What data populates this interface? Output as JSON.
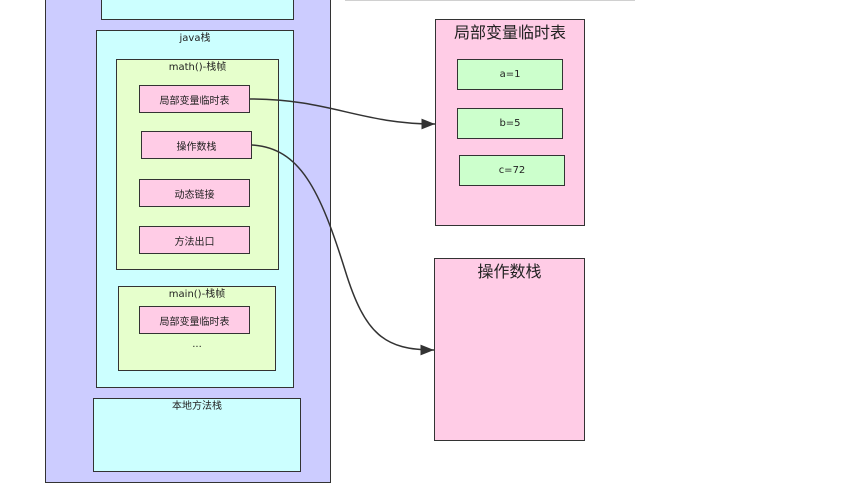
{
  "runtime": {
    "java_stack_label": "java栈",
    "math_frame": {
      "label": "math()-栈帧",
      "items": [
        "局部变量临时表",
        "操作数栈",
        "动态链接",
        "方法出口"
      ]
    },
    "main_frame": {
      "label": "main()-栈帧",
      "items": [
        "局部变量临时表"
      ],
      "ellipsis": "..."
    },
    "native_stack_label": "本地方法栈"
  },
  "local_var_table": {
    "title": "局部变量临时表",
    "vars": [
      "a=1",
      "b=5",
      "c=72"
    ]
  },
  "operand_stack": {
    "title": "操作数栈"
  },
  "colors": {
    "runtime_bg": "#ccccff",
    "stack_bg": "#ccffff",
    "frame_bg": "#e6ffcc",
    "item_bg": "#ffcce6",
    "var_bg": "#ccffcc",
    "arrow": "#333333"
  }
}
